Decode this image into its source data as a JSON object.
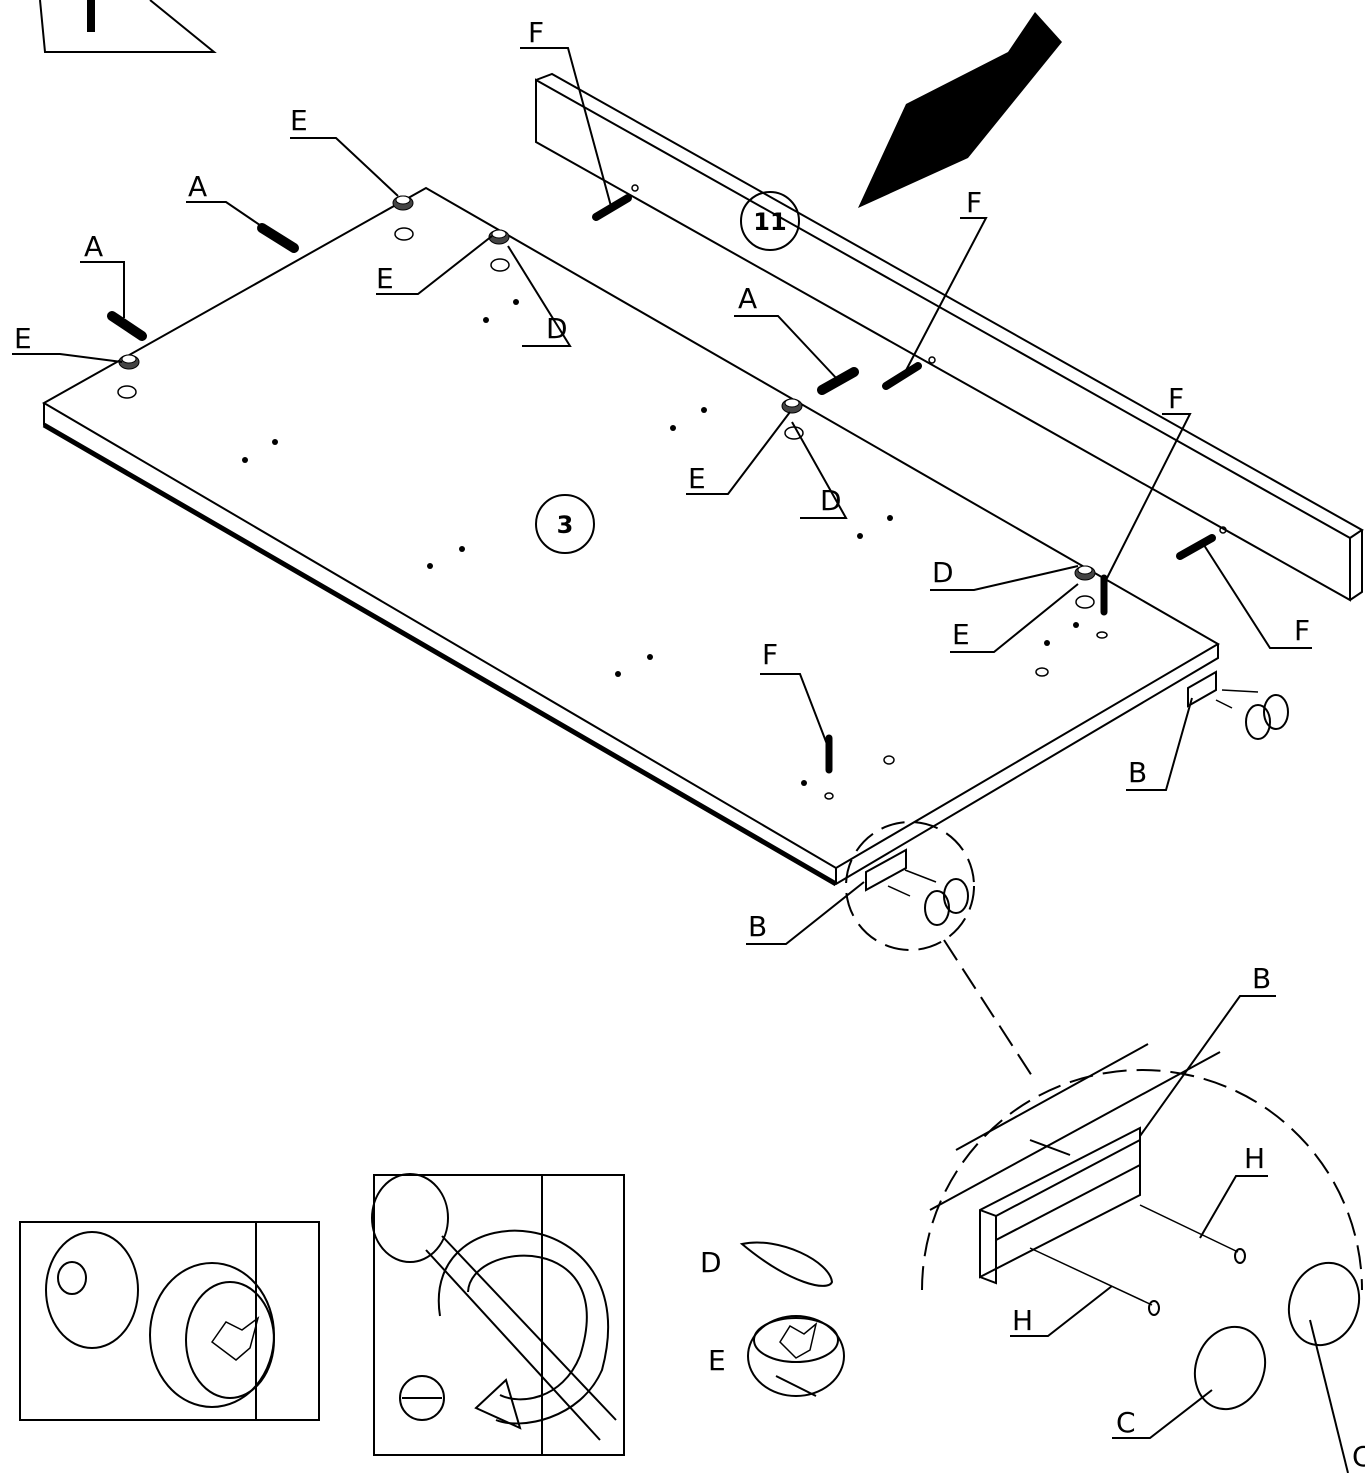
{
  "part_numbers": {
    "panel": "3",
    "rail": "11"
  },
  "callouts": {
    "a1": "A",
    "a2": "A",
    "a3": "A",
    "b1": "B",
    "b2": "B",
    "b3": "B",
    "c1": "C",
    "c2": "C",
    "d1": "D",
    "d2": "D",
    "d3": "D",
    "e1": "E",
    "e2": "E",
    "e3": "E",
    "e4": "E",
    "e5": "E",
    "f1": "F",
    "f2": "F",
    "f3": "F",
    "f4": "F",
    "f5": "F",
    "h1": "H",
    "h2": "H"
  },
  "legend": {
    "d_label": "D",
    "e_label": "E"
  }
}
